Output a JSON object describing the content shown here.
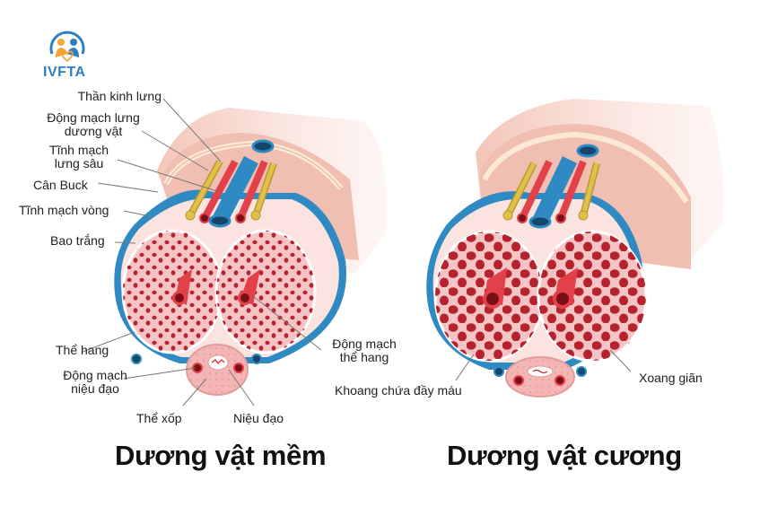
{
  "logo": {
    "text": "IVFTA",
    "icon": "family-heart-logo-icon",
    "colors": {
      "blue": "#2d7fc4",
      "orange": "#f3a53a"
    }
  },
  "diagrams": [
    {
      "id": "flaccid",
      "title": "Dương vật mềm",
      "labels": {
        "dorsal_nerve": "Thần kinh lưng",
        "dorsal_artery_1": "Động mạch lưng",
        "dorsal_artery_2": "dương vật",
        "deep_dorsal_vein_1": "Tĩnh mạch",
        "deep_dorsal_vein_2": "lưng sâu",
        "bucks_fascia": "Cân Buck",
        "circumflex_vein": "Tĩnh mạch vòng",
        "tunica_albuginea": "Bao trắng",
        "corpus_cavernosum": "Thể hang",
        "urethral_artery_1": "Động mạch",
        "urethral_artery_2": "niệu đạo",
        "corpus_spongiosum": "Thể xốp",
        "urethra": "Niệu đạo",
        "cavernosal_artery_1": "Động mạch",
        "cavernosal_artery_2": "thể hang"
      }
    },
    {
      "id": "erect",
      "title": "Dương vật cương",
      "labels": {
        "blood_filled_spaces": "Khoang chứa đầy máu",
        "dilated_sinusoids": "Xoang giãn"
      }
    }
  ],
  "colors": {
    "skin": "#f3c9bd",
    "skin_dark": "#e8ada0",
    "fascia": "#fbe9d6",
    "tunica_blue": "#2f8ac4",
    "cavernosum_fill": "#f7c4c6",
    "sinus_red": "#b5232f",
    "artery_red": "#e2414a",
    "nerve_yellow": "#e2bf4b",
    "vein_blue": "#2f8ac4"
  }
}
